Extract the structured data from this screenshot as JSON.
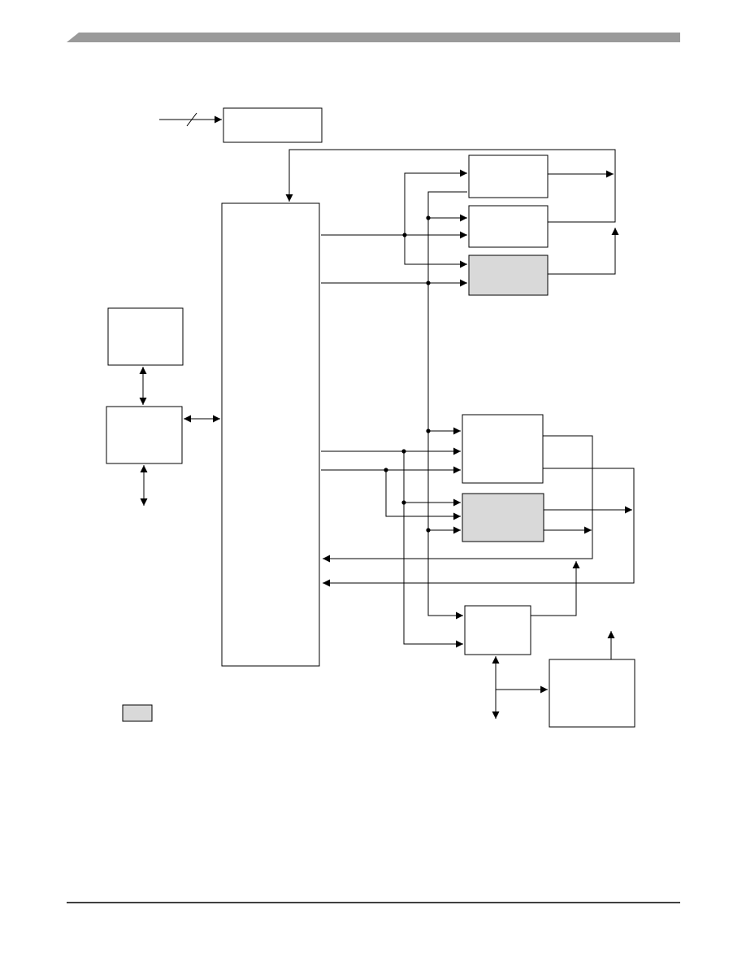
{
  "header_bar_color": "#9a9a9a",
  "line_color": "#000000",
  "shaded_block_color": "#d9d9d9",
  "box_fill_color": "#ffffff",
  "blocks": [
    {
      "id": "input-register-block",
      "shaded": false
    },
    {
      "id": "central-controller-block",
      "shaded": false
    },
    {
      "id": "top-right-block-1",
      "shaded": false
    },
    {
      "id": "top-right-block-2",
      "shaded": false
    },
    {
      "id": "top-right-block-3",
      "shaded": true
    },
    {
      "id": "left-upper-block",
      "shaded": false
    },
    {
      "id": "left-lower-block",
      "shaded": false
    },
    {
      "id": "mid-right-block-1",
      "shaded": false
    },
    {
      "id": "mid-right-block-2",
      "shaded": true
    },
    {
      "id": "lower-right-block",
      "shaded": false
    },
    {
      "id": "bottom-right-block",
      "shaded": false
    }
  ],
  "legend": {
    "shaded_swatch": true
  }
}
